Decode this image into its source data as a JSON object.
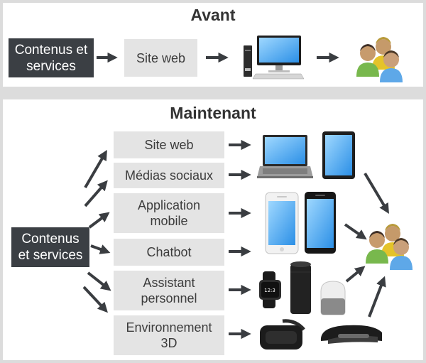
{
  "before": {
    "title": "Avant",
    "source": "Contenus et\nservices",
    "channel": "Site web"
  },
  "now": {
    "title": "Maintenant",
    "source": "Contenus\net services",
    "channels": [
      "Site web",
      "Médias sociaux",
      "Application\nmobile",
      "Chatbot",
      "Assistant\npersonnel",
      "Environnement\n3D"
    ]
  },
  "icons": [
    "desktop-computer-icon",
    "users-group-icon",
    "laptop-icon",
    "tablet-icon",
    "smartphone-white-icon",
    "smartphone-black-icon",
    "smartwatch-icon",
    "smart-speaker-tall-icon",
    "smart-speaker-small-icon",
    "vr-headset-icon",
    "ar-headset-icon"
  ],
  "colors": {
    "dark_box": "#3b3f44",
    "grey_box": "#e4e4e4",
    "arrow": "#3a3d41",
    "background": "#dcdcdc"
  }
}
